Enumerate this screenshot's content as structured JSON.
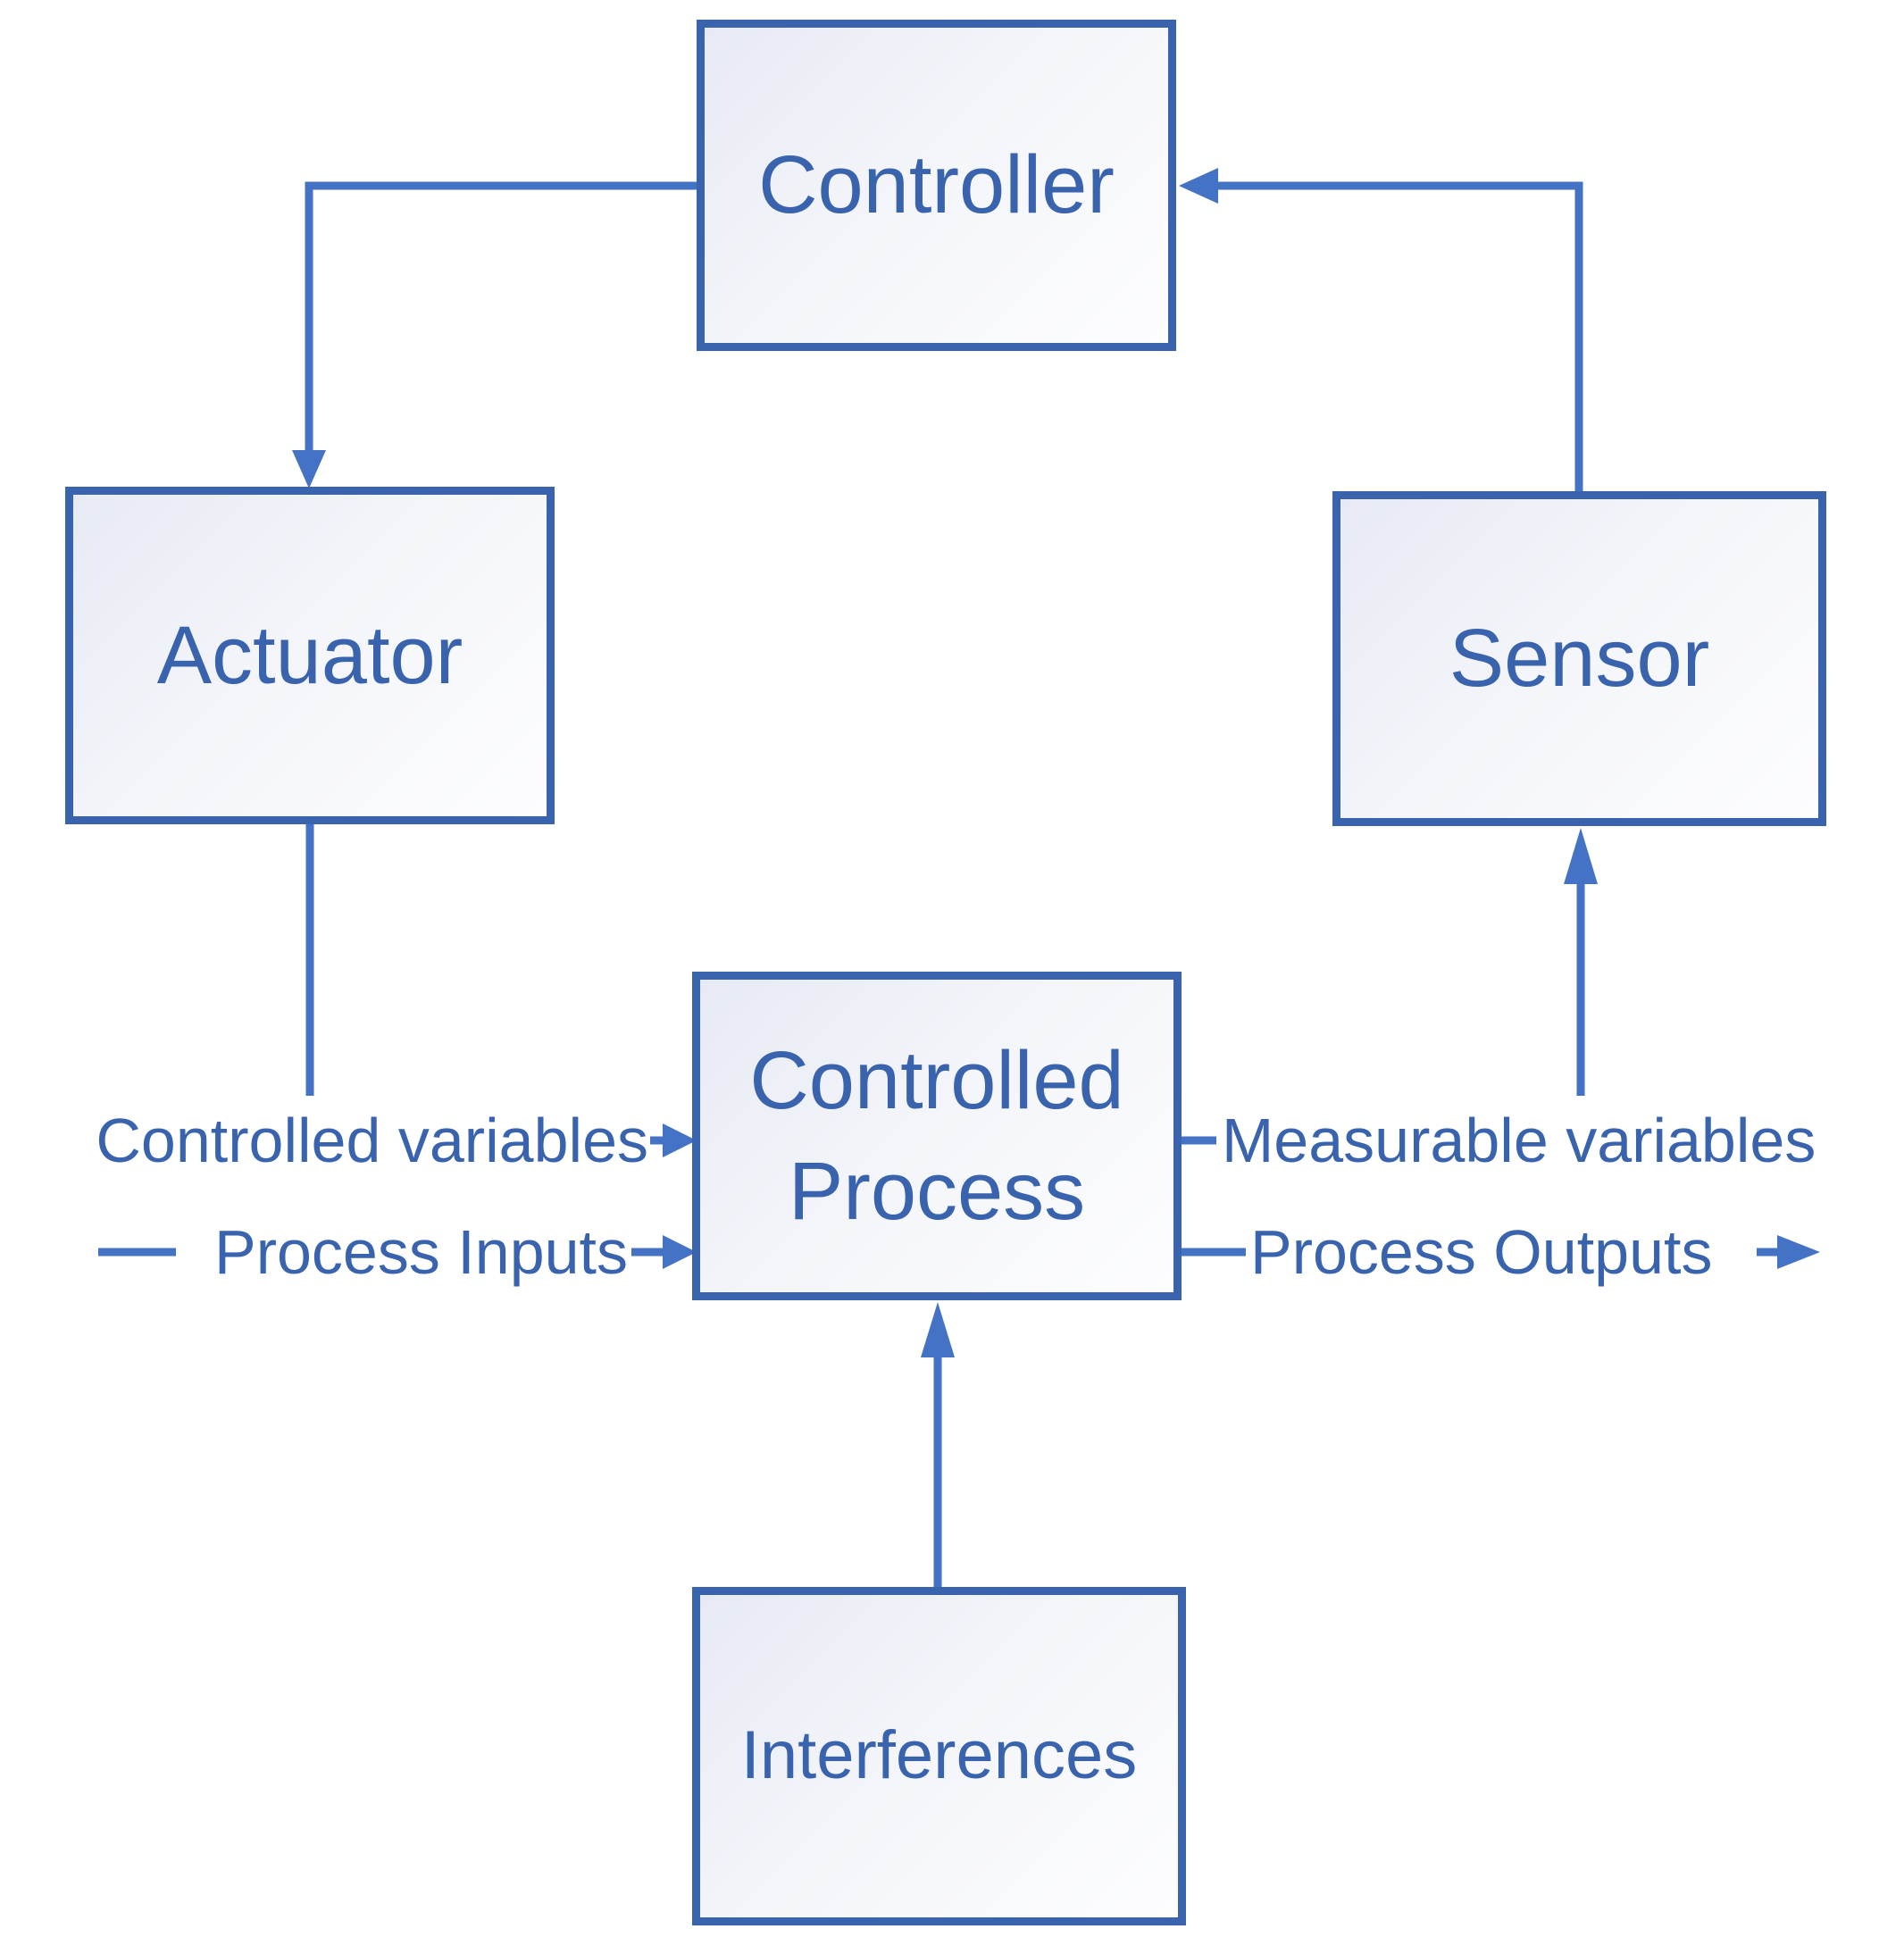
{
  "diagram": {
    "description": "Feedback control loop block diagram",
    "colors": {
      "box_border": "#3a63ae",
      "box_fill_start": "#e7eaf4",
      "box_fill_end": "#fdfdfe",
      "connector": "#4472c4",
      "text": "#3a63ae",
      "background": "#ffffff"
    },
    "boxes": {
      "controller": {
        "label": "Controller"
      },
      "actuator": {
        "label": "Actuator"
      },
      "sensor": {
        "label": "Sensor"
      },
      "process": {
        "label": "Controlled Process"
      },
      "interferences": {
        "label": "Interferences"
      }
    },
    "labels": {
      "controlled_variables": "Controlled variables",
      "process_inputs": "Process Inputs",
      "measurable_variables": "Measurable variables",
      "process_outputs": "Process Outputs"
    },
    "connections": [
      "Controller to Actuator",
      "Sensor to Controller",
      "Actuator to Controlled variables",
      "Controlled variables into Controlled Process",
      "Process Inputs into Controlled Process",
      "Controlled Process to Measurable variables",
      "Measurable variables up to Sensor",
      "Controlled Process to Process Outputs out",
      "Interferences up into Controlled Process"
    ]
  }
}
